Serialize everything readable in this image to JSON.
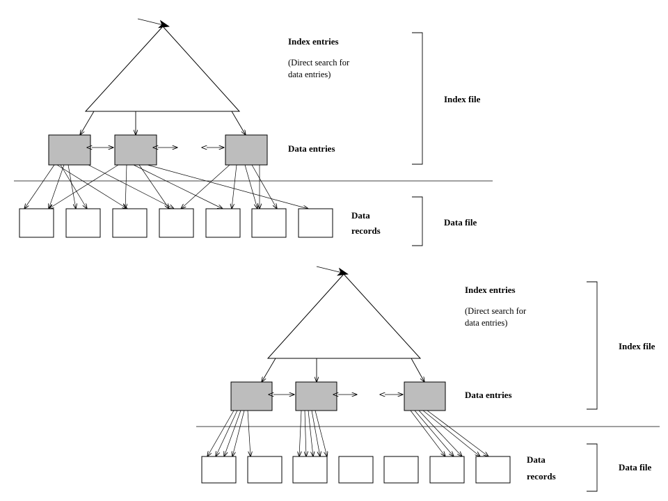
{
  "diagrams": [
    {
      "id": "clustered",
      "index_entries_label": "Index entries",
      "direct_search_line1": "(Direct search for",
      "direct_search_line2": "data entries)",
      "data_entries_label": "Data entries",
      "data_records_line1": "Data",
      "data_records_line2": "records",
      "index_file_label": "Index file",
      "data_file_label": "Data file"
    },
    {
      "id": "unclustered",
      "index_entries_label": "Index entries",
      "direct_search_line1": "(Direct search for",
      "direct_search_line2": "data entries)",
      "data_entries_label": "Data entries",
      "data_records_line1": "Data",
      "data_records_line2": "records",
      "index_file_label": "Index file",
      "data_file_label": "Data file"
    }
  ],
  "colors": {
    "data_entry_fill": "#bdbdbd",
    "record_fill": "#ffffff",
    "line": "#000000"
  }
}
